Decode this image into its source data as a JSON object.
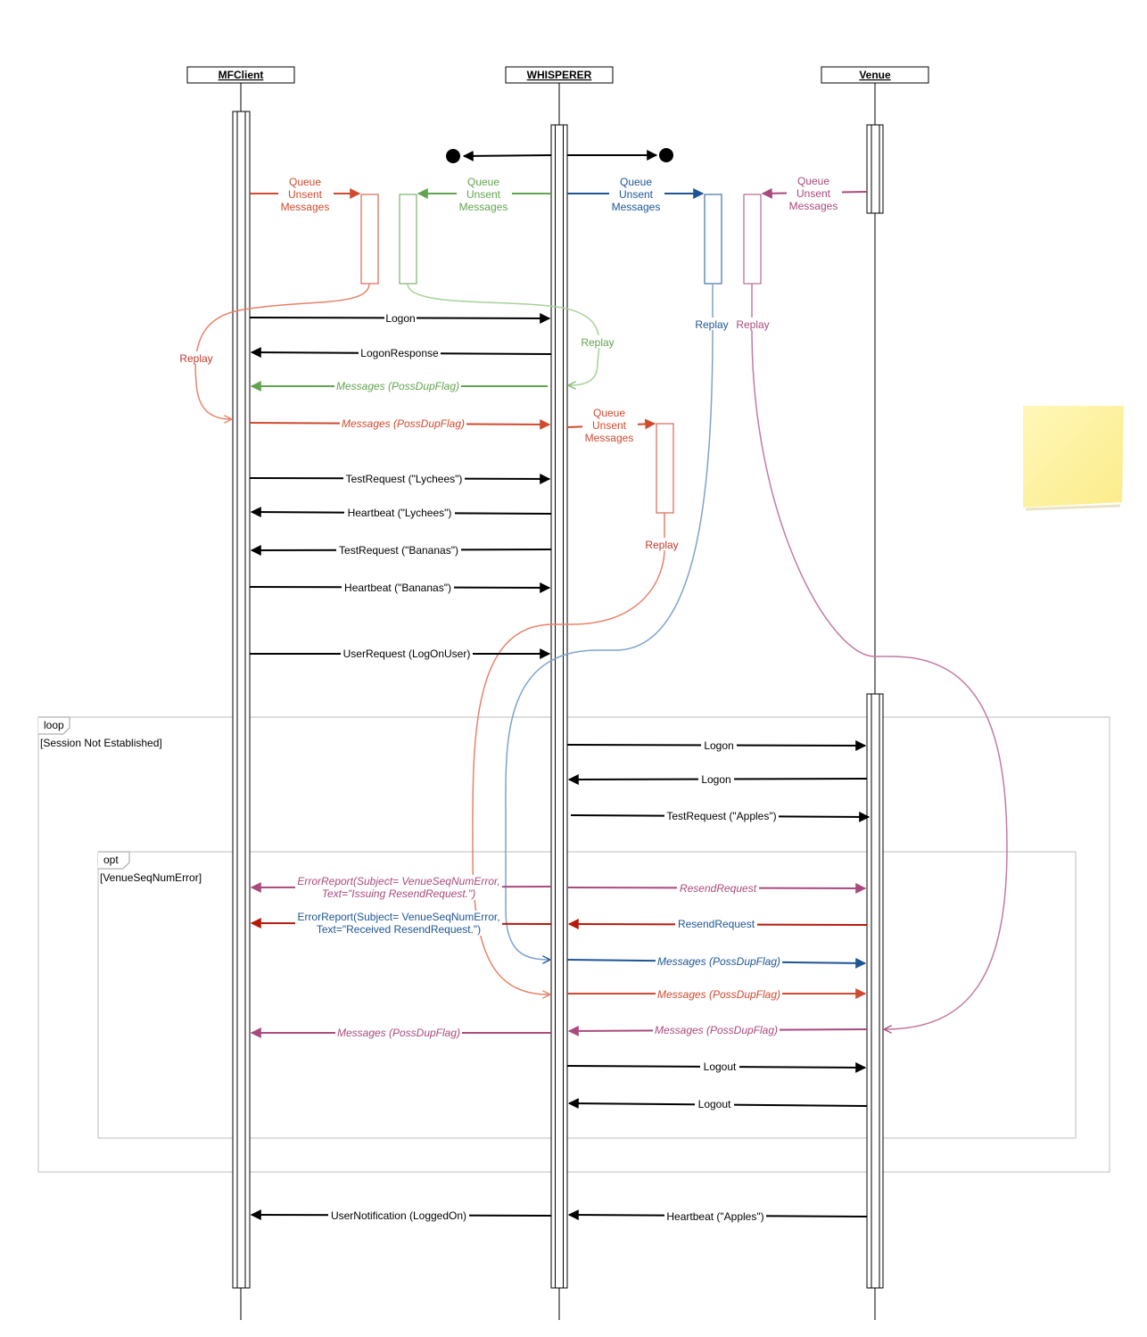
{
  "actors": {
    "client": "MFClient",
    "whisperer": "WHISPERER",
    "venue": "Venue"
  },
  "colors": {
    "black": "#000000",
    "red": "#d04a2e",
    "green": "#62a34f",
    "blue": "#1d5594",
    "purple": "#a94a7e",
    "darkred": "#b51a0a",
    "note": "#fff3a0"
  },
  "queue_labels": {
    "client": [
      "Queue",
      "Unsent",
      "Messages"
    ],
    "whisperer_to_client": [
      "Queue",
      "Unsent",
      "Messages"
    ],
    "whisperer_to_venue": [
      "Queue",
      "Unsent",
      "Messages"
    ],
    "venue": [
      "Queue",
      "Unsent",
      "Messages"
    ],
    "whisperer_second": [
      "Queue",
      "Unsent",
      "Messages"
    ]
  },
  "replay_labels": {
    "red_client": "Replay",
    "green": "Replay",
    "blue": "Replay",
    "purple": "Replay",
    "red_whisperer": "Replay"
  },
  "messages": {
    "logon_1": "Logon",
    "logon_response": "LogonResponse",
    "messages_green": "Messages (PossDupFlag)",
    "messages_red_client": "Messages (PossDupFlag)",
    "testrequest_lychees": "TestRequest (\"Lychees\")",
    "heartbeat_lychees": "Heartbeat (\"Lychees\")",
    "testrequest_bananas": "TestRequest (\"Bananas\")",
    "heartbeat_bananas": "Heartbeat (\"Bananas\")",
    "user_request": "UserRequest (LogOnUser)",
    "venue_logon_out": "Logon",
    "venue_logon_in": "Logon",
    "testrequest_apples": "TestRequest (\"Apples\")",
    "error_report_1_line1": "ErrorReport(Subject= VenueSeqNumError,",
    "error_report_1_line2": "Text=\"Issuing ResendRequest.\")",
    "resend_request_out": "ResendRequest",
    "error_report_2_line1": "ErrorReport(Subject= VenueSeqNumError,",
    "error_report_2_line2": "Text=\"Received ResendRequest.\")",
    "resend_request_in": "ResendRequest",
    "messages_blue_venue": "Messages (PossDupFlag)",
    "messages_red_venue": "Messages (PossDupFlag)",
    "messages_purple_client": "Messages (PossDupFlag)",
    "messages_purple_venue": "Messages (PossDupFlag)",
    "logout_out": "Logout",
    "logout_in": "Logout",
    "user_notification": "UserNotification (LoggedOn)",
    "heartbeat_apples": "Heartbeat (\"Apples\")"
  },
  "frames": {
    "loop_tag": "loop",
    "loop_guard": "[Session Not Established]",
    "opt_tag": "opt",
    "opt_guard": "[VenueSeqNumError]"
  }
}
